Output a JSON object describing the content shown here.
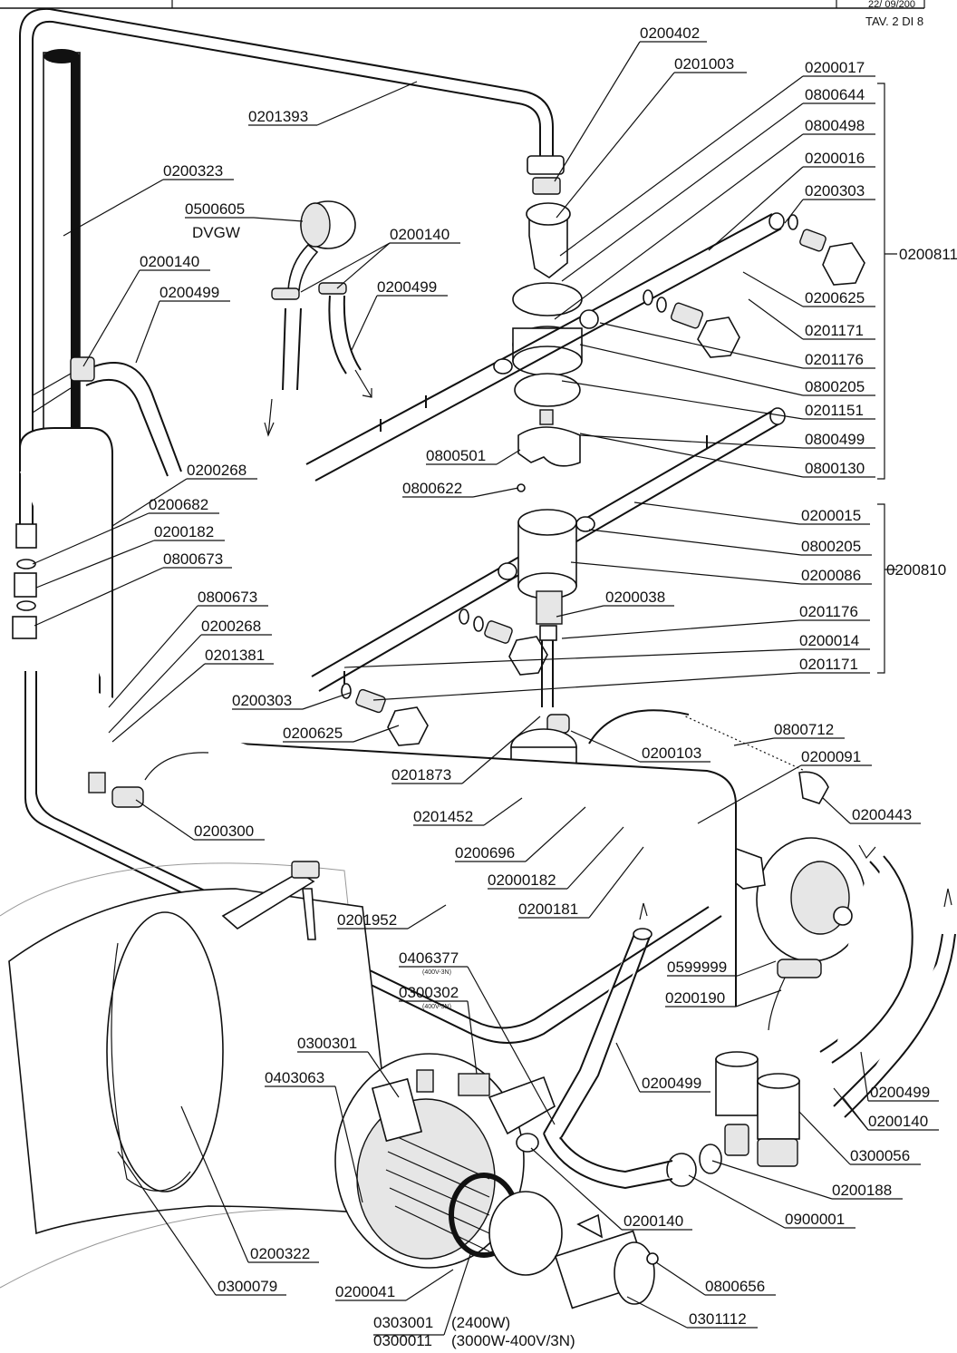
{
  "header": {
    "sheet_ref": "TAV. 2 DI 8",
    "date_fragment": "22/ 09/200"
  },
  "callouts": {
    "c0200402": "0200402",
    "c0201003": "0201003",
    "c0200017": "0200017",
    "c0800644": "0800644",
    "c0800498": "0800498",
    "c0200016": "0200016",
    "c0200303a": "0200303",
    "c0200811": "0200811",
    "c0200625a": "0200625",
    "c0201171a": "0201171",
    "c0201176a": "0201176",
    "c0800205a": "0800205",
    "c0201151": "0201151",
    "c0800499": "0800499",
    "c0800130": "0800130",
    "c0201393": "0201393",
    "c0200323": "0200323",
    "c0500605": "0500605",
    "dvgw": "DVGW",
    "c0200140a": "0200140",
    "c0200140b": "0200140",
    "c0200499a": "0200499",
    "c0200499b": "0200499",
    "c0800501": "0800501",
    "c0800622": "0800622",
    "c0200268a": "0200268",
    "c0200682": "0200682",
    "c0200182": "0200182",
    "c0800673a": "0800673",
    "c0800673b": "0800673",
    "c0200268b": "0200268",
    "c0201381": "0201381",
    "c0200015": "0200015",
    "c0800205b": "0800205",
    "c0200086": "0200086",
    "c0200810": "0200810",
    "c0200038": "0200038",
    "c0201176b": "0201176",
    "c0200014": "0200014",
    "c0201171b": "0201171",
    "c0200303b": "0200303",
    "c0200625b": "0200625",
    "c0800712": "0800712",
    "c0200091": "0200091",
    "c0200103": "0200103",
    "c0201873": "0201873",
    "c0200443": "0200443",
    "c0201452": "0201452",
    "c0200300": "0200300",
    "c0200696": "0200696",
    "c02000182": "02000182",
    "c0200181": "0200181",
    "c0201952": "0201952",
    "c0599999": "0599999",
    "c0406377": "0406377",
    "n0406377": "(400V-3N)",
    "c0300302": "0300302",
    "n0300302": "(400V-3N)",
    "c0200190": "0200190",
    "c0300301": "0300301",
    "c0403063": "0403063",
    "c0200499c": "0200499",
    "c0200499d": "0200499",
    "c0200140c": "0200140",
    "c0300056": "0300056",
    "c0200188": "0200188",
    "c0900001": "0900001",
    "c0200140d": "0200140",
    "c0200322": "0200322",
    "c0800656": "0800656",
    "c0300079": "0300079",
    "c0200041": "0200041",
    "c0301112": "0301112",
    "c0303001": "0303001",
    "n0303001": "(2400W)",
    "c0300011": "0300011",
    "n0300011": "(3000W-400V/3N)"
  }
}
